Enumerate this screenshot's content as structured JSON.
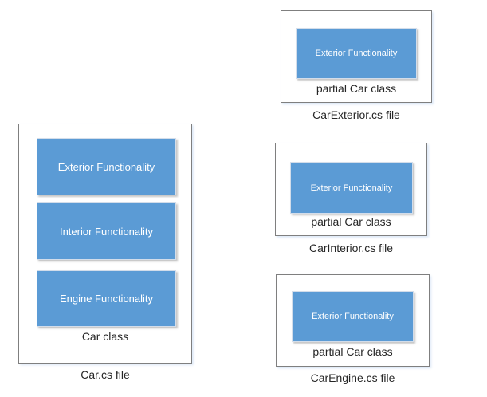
{
  "colors": {
    "box_fill": "#5b9bd5",
    "box_border": "#d3ddea",
    "outer_border": "#7f7f7f",
    "text_light": "#ffffff",
    "text_dark": "#262626",
    "outer_shadow": "#dce8f6"
  },
  "groups": [
    {
      "class_label": "Car class",
      "file_label": "Car.cs file",
      "blocks": [
        "Exterior Functionality",
        "Interior Functionality",
        "Engine Functionality"
      ]
    },
    {
      "class_label": "partial Car class",
      "file_label": "CarExterior.cs file",
      "blocks": [
        "Exterior Functionality"
      ]
    },
    {
      "class_label": "partial Car class",
      "file_label": "CarInterior.cs file",
      "blocks": [
        "Exterior Functionality"
      ]
    },
    {
      "class_label": "partial Car class",
      "file_label": "CarEngine.cs file",
      "blocks": [
        "Exterior Functionality"
      ]
    }
  ]
}
